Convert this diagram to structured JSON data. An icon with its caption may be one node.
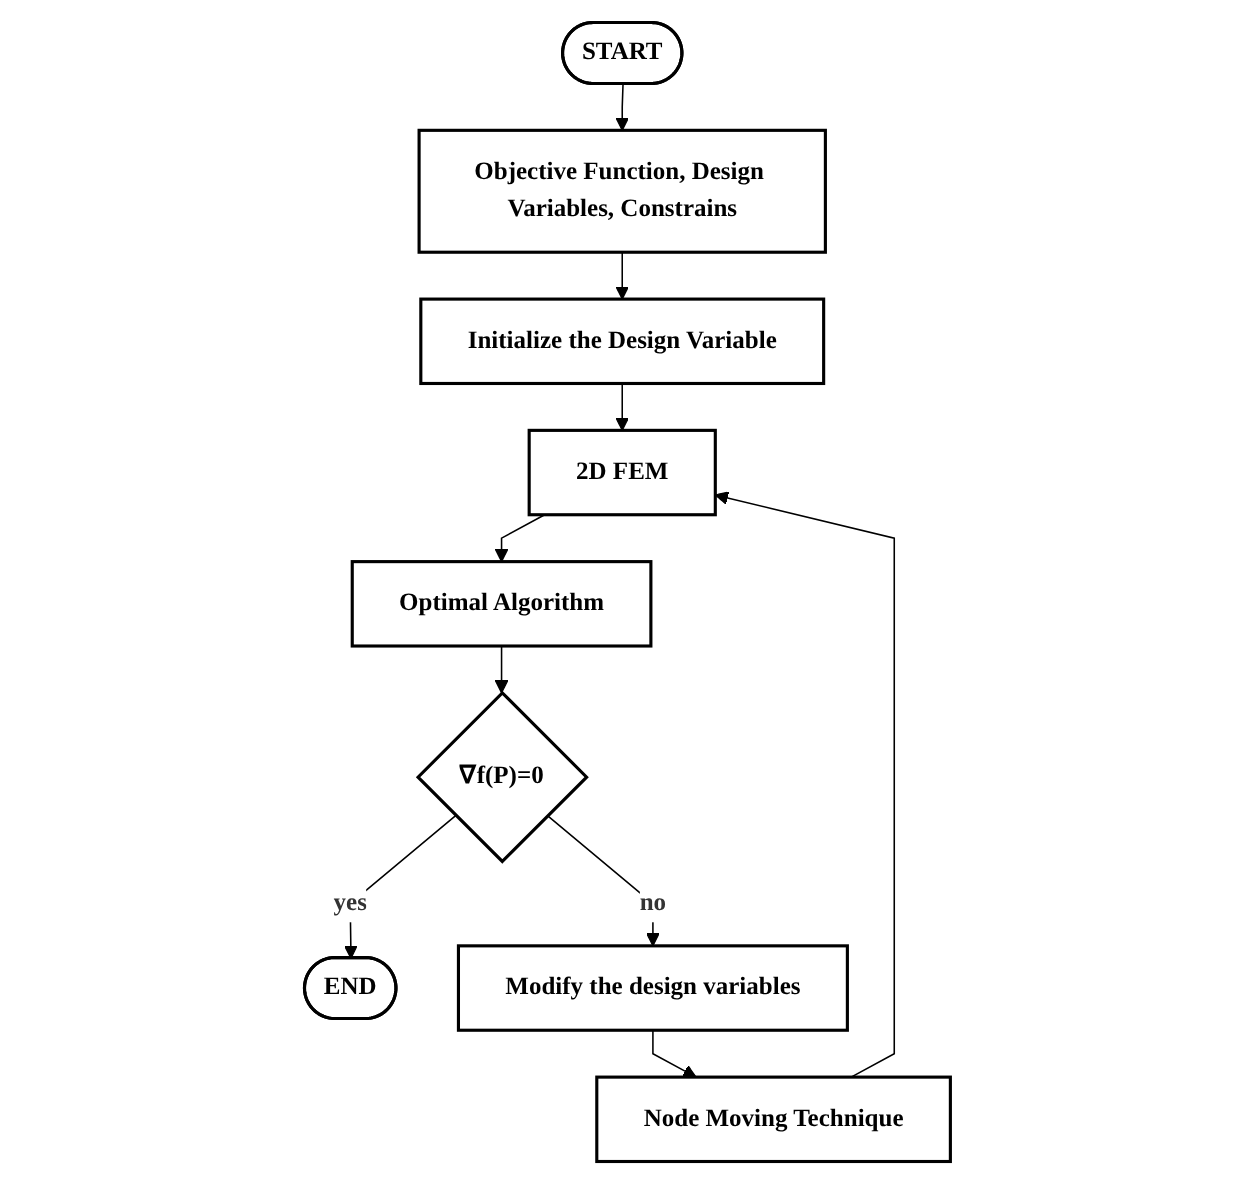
{
  "diagram": {
    "nodes": [
      {
        "text": [
          "START"
        ]
      },
      {
        "text": [
          "Objective Function, Design Variables, Constrains"
        ]
      },
      {
        "text": [
          "Initialize the Design Variable"
        ]
      },
      {
        "text": [
          "2D FEM"
        ]
      },
      {
        "text": [
          "Optimal Algorithm"
        ]
      },
      {
        "text": [
          "∇f(P)=0"
        ]
      },
      {
        "text": [
          "END"
        ]
      },
      {
        "text": [
          "Modify the design variables"
        ]
      },
      {
        "text": [
          "Node Moving Technique"
        ]
      }
    ],
    "edges": [
      {
        "from": 0,
        "to": 1,
        "arrow": "to"
      },
      {
        "from": 1,
        "to": 2,
        "arrow": "to"
      },
      {
        "from": 2,
        "to": 3,
        "arrow": "to"
      },
      {
        "from": 3,
        "to": 4,
        "arrow": "to"
      },
      {
        "from": 4,
        "to": 5,
        "arrow": "to"
      },
      {
        "from": 5,
        "to": 6,
        "arrow": "to",
        "label": "yes"
      },
      {
        "from": 5,
        "to": 7,
        "arrow": "to",
        "label": "no"
      },
      {
        "from": 7,
        "to": 8,
        "arrow": "to"
      },
      {
        "from": 8,
        "to": 3,
        "arrow": "to"
      }
    ]
  }
}
